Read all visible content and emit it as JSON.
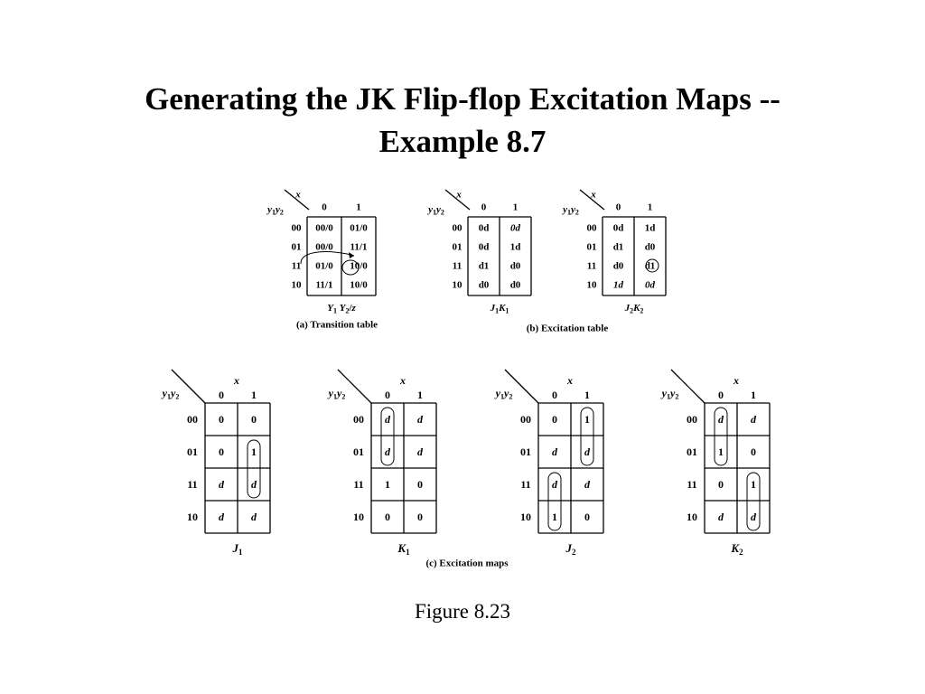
{
  "title": {
    "line1": "Generating the JK Flip-flop Excitation Maps --",
    "line2": "Example 8.7"
  },
  "tables": [
    {
      "id": "transition",
      "col_var": "x",
      "row_var": "y1y2",
      "col_headers": [
        "0",
        "1"
      ],
      "row_headers": [
        "00",
        "01",
        "11",
        "10"
      ],
      "cells": [
        [
          "00/0",
          "01/0"
        ],
        [
          "00/0",
          "11/1"
        ],
        [
          "01/0",
          "10/0"
        ],
        [
          "11/1",
          "10/0"
        ]
      ],
      "caption": "Y1 Y2/z"
    },
    {
      "id": "j1k1",
      "col_var": "x",
      "row_var": "y1y2",
      "col_headers": [
        "0",
        "1"
      ],
      "row_headers": [
        "00",
        "01",
        "11",
        "10"
      ],
      "cells": [
        [
          "0d",
          "0d"
        ],
        [
          "0d",
          "1d"
        ],
        [
          "d1",
          "d0"
        ],
        [
          "d0",
          "d0"
        ]
      ],
      "caption": "J1K1"
    },
    {
      "id": "j2k2",
      "col_var": "x",
      "row_var": "y1y2",
      "col_headers": [
        "0",
        "1"
      ],
      "row_headers": [
        "00",
        "01",
        "11",
        "10"
      ],
      "cells": [
        [
          "0d",
          "1d"
        ],
        [
          "d1",
          "d0"
        ],
        [
          "d0",
          "d1"
        ],
        [
          "1d",
          "0d"
        ]
      ],
      "caption": "J2K2"
    }
  ],
  "transition_caption": "(a) Transition table",
  "excitation_table_caption": "(b) Excitation table",
  "maps": [
    {
      "id": "J1",
      "col_var": "x",
      "row_var": "y1y2",
      "col_headers": [
        "0",
        "1"
      ],
      "row_headers": [
        "00",
        "01",
        "11",
        "10"
      ],
      "cells": [
        [
          "0",
          "0"
        ],
        [
          "0",
          "1"
        ],
        [
          "d",
          "d"
        ],
        [
          "d",
          "d"
        ]
      ],
      "caption": "J1"
    },
    {
      "id": "K1",
      "col_var": "x",
      "row_var": "y1y2",
      "col_headers": [
        "0",
        "1"
      ],
      "row_headers": [
        "00",
        "01",
        "11",
        "10"
      ],
      "cells": [
        [
          "d",
          "d"
        ],
        [
          "d",
          "d"
        ],
        [
          "1",
          "0"
        ],
        [
          "0",
          "0"
        ]
      ],
      "caption": "K1"
    },
    {
      "id": "J2",
      "col_var": "x",
      "row_var": "y1y2",
      "col_headers": [
        "0",
        "1"
      ],
      "row_headers": [
        "00",
        "01",
        "11",
        "10"
      ],
      "cells": [
        [
          "0",
          "1"
        ],
        [
          "d",
          "d"
        ],
        [
          "d",
          "d"
        ],
        [
          "1",
          "0"
        ]
      ],
      "caption": "J2"
    },
    {
      "id": "K2",
      "col_var": "x",
      "row_var": "y1y2",
      "col_headers": [
        "0",
        "1"
      ],
      "row_headers": [
        "00",
        "01",
        "11",
        "10"
      ],
      "cells": [
        [
          "d",
          "d"
        ],
        [
          "1",
          "0"
        ],
        [
          "0",
          "1"
        ],
        [
          "d",
          "d"
        ]
      ],
      "caption": "K2"
    }
  ],
  "maps_caption": "(c) Excitation maps",
  "figure_label": "Figure 8.23"
}
